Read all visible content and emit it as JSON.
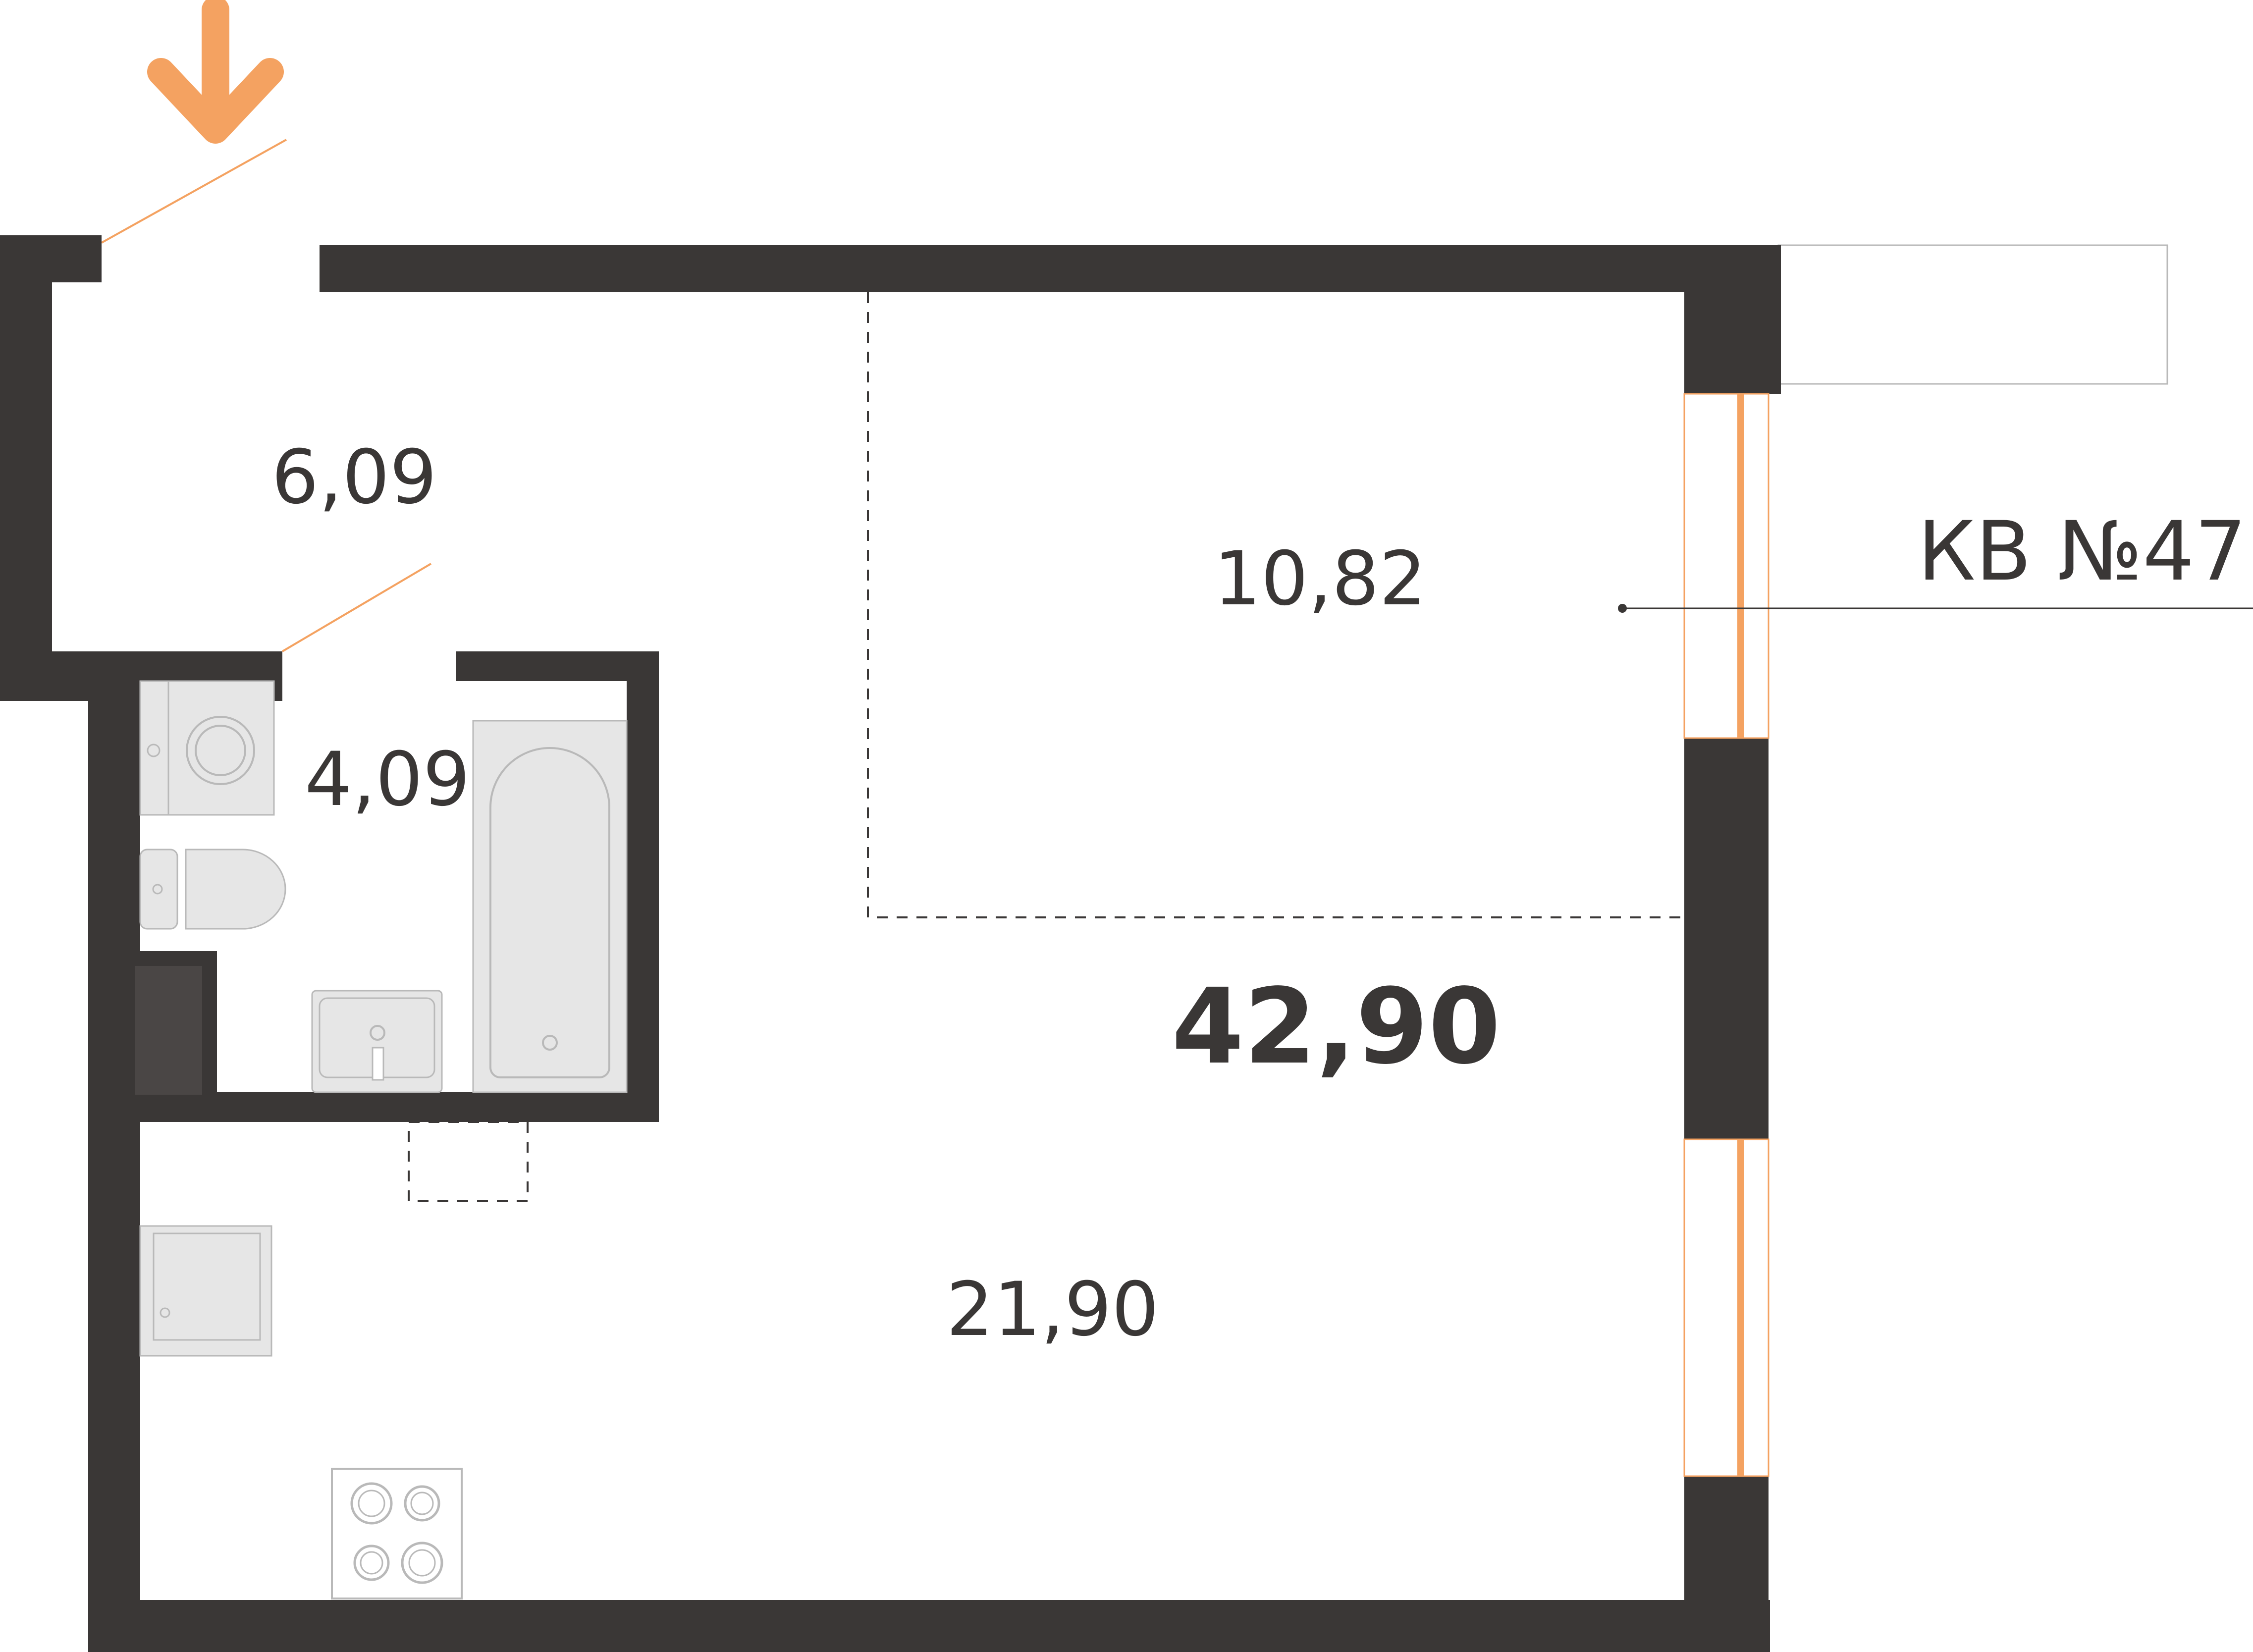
{
  "plan": {
    "apartment_label": "КВ №47",
    "total_area": "42,90",
    "rooms": [
      {
        "id": "hall",
        "area": "6,09"
      },
      {
        "id": "bathroom",
        "area": "4,09"
      },
      {
        "id": "sleeping-zone",
        "area": "10,82"
      },
      {
        "id": "living-kitchen",
        "area": "21,90"
      }
    ]
  },
  "colors": {
    "wall": "#3a3736",
    "accent": "#f4a261",
    "fixture": "#e6e6e6"
  },
  "icons": [
    "entrance-arrow-icon",
    "washing-machine-icon",
    "toilet-icon",
    "sink-icon",
    "bathtub-icon",
    "stove-icon",
    "fridge-icon"
  ]
}
